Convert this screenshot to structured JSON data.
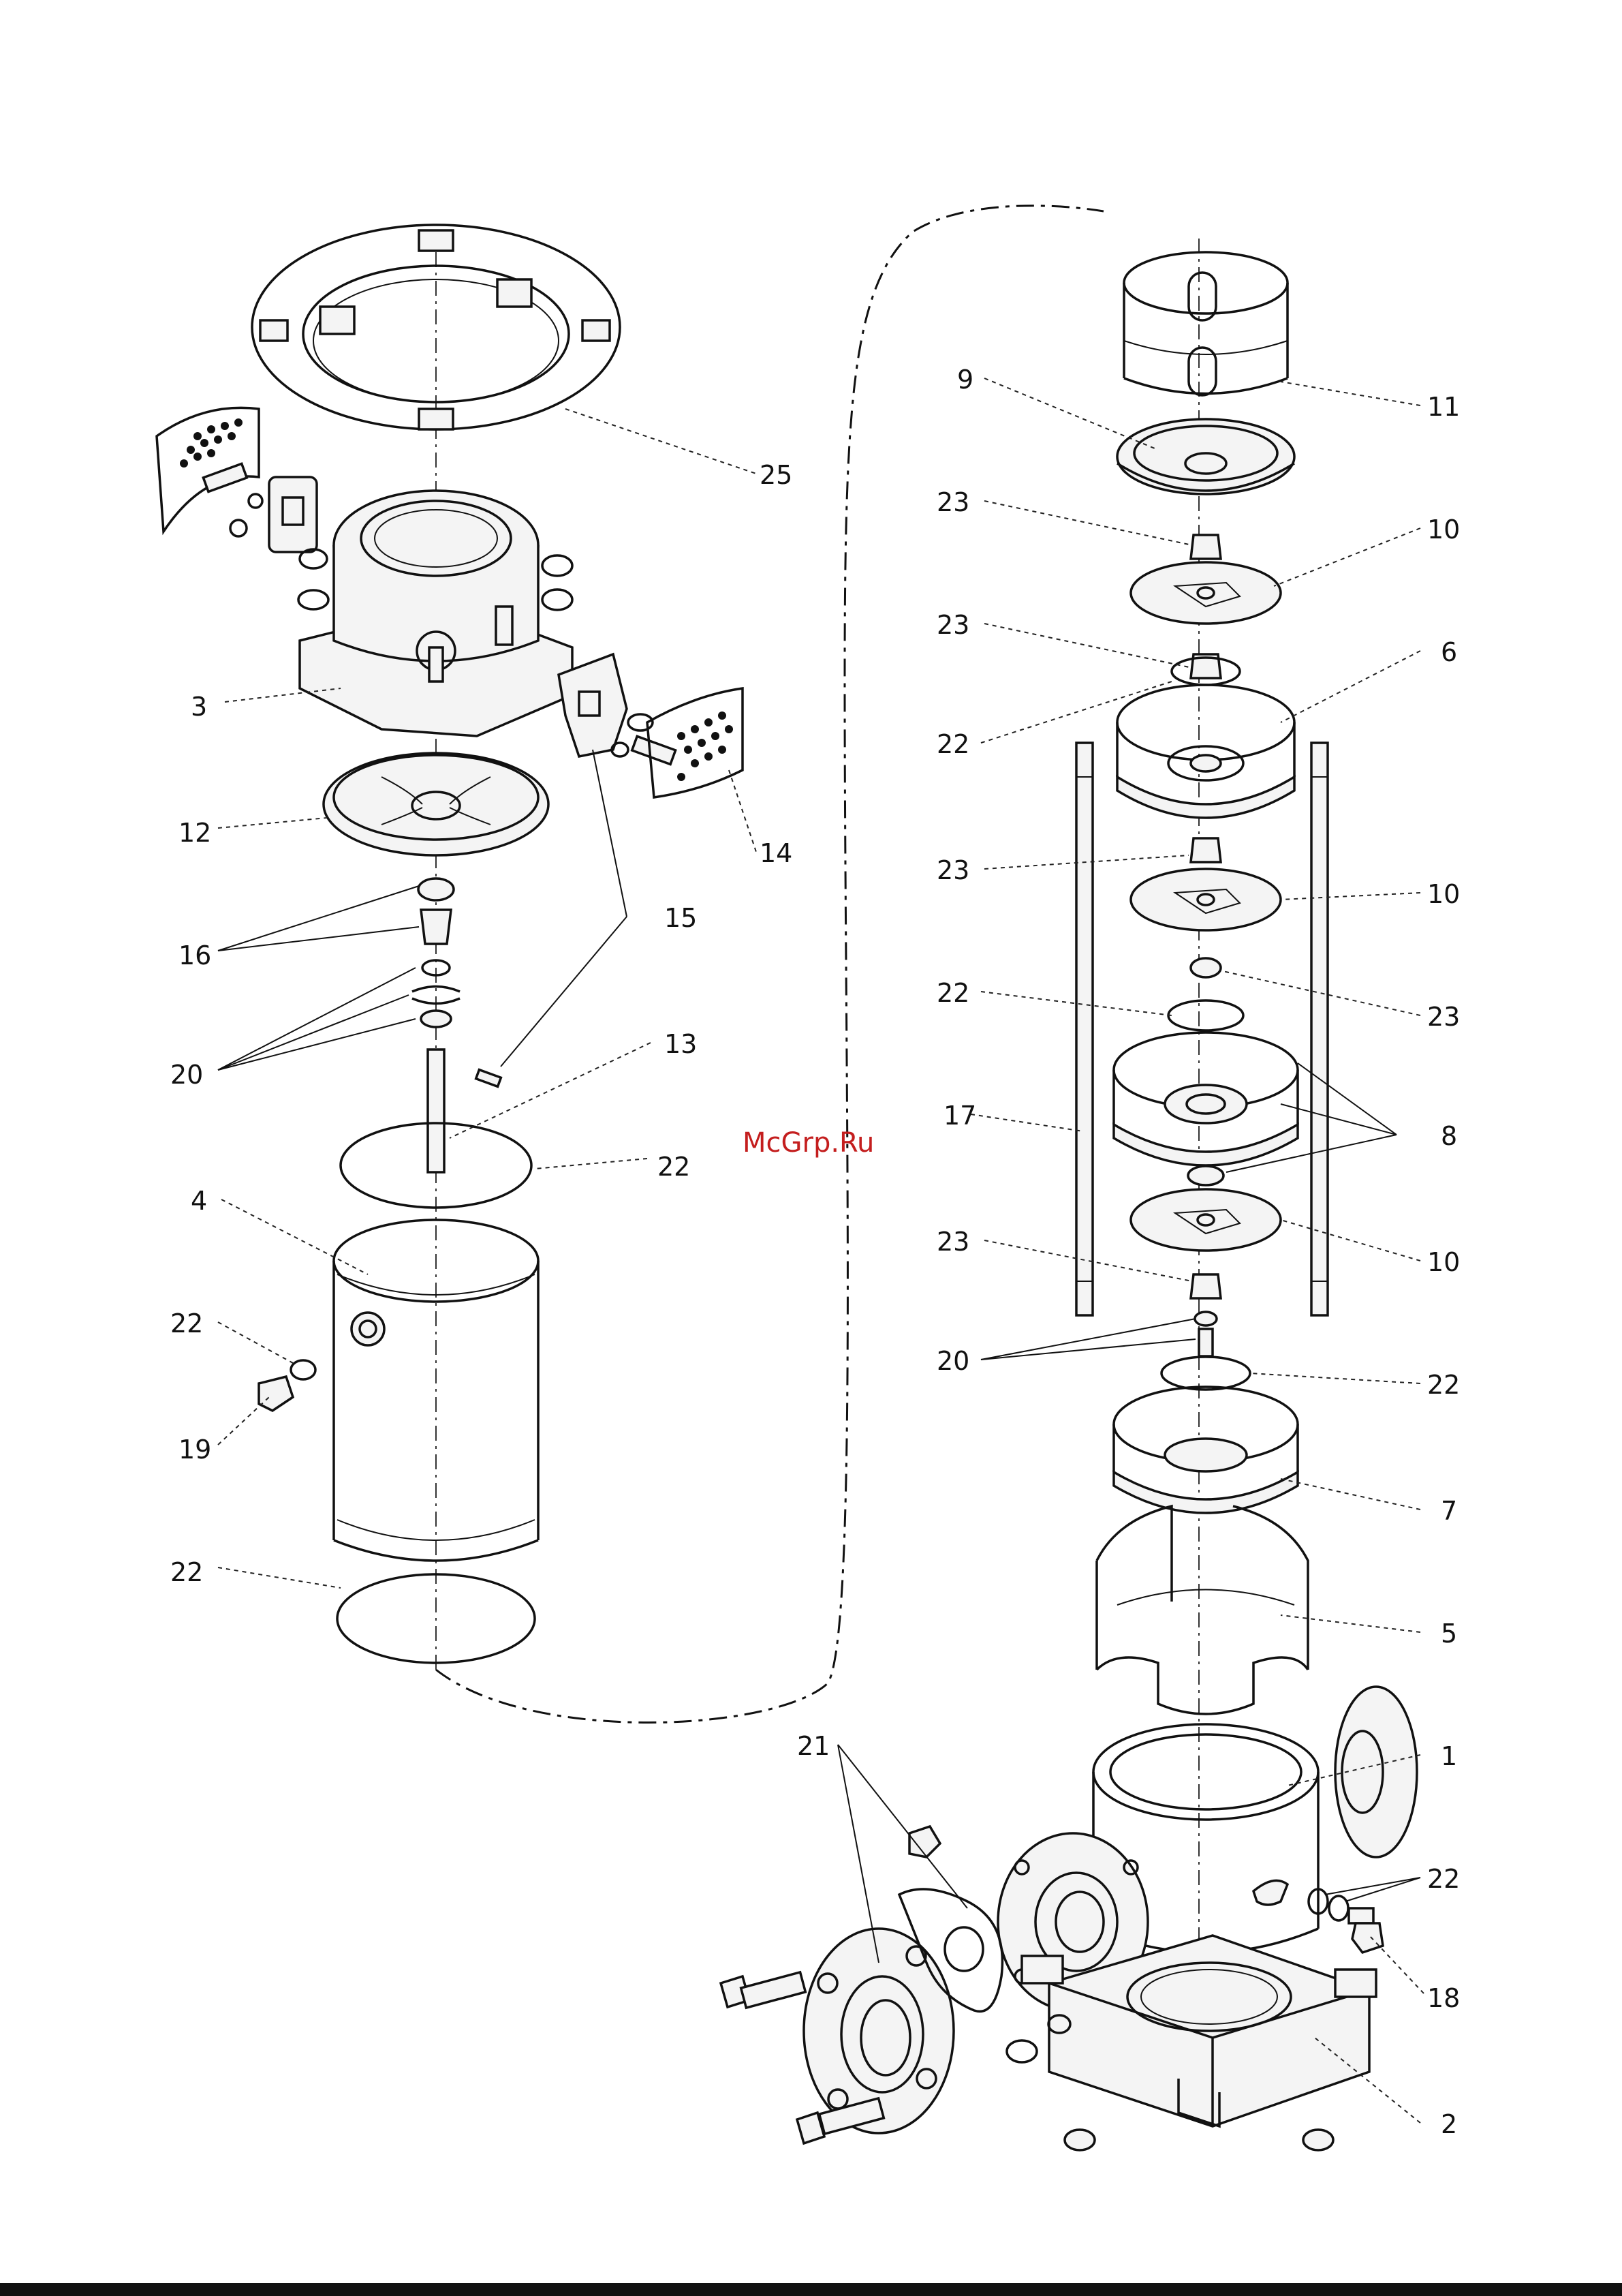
{
  "watermark": "McGrp.Ru",
  "labels": {
    "l25": "25",
    "l3": "3",
    "l12": "12",
    "l14": "14",
    "l16": "16",
    "l15": "15",
    "l20a": "20",
    "l13": "13",
    "l22a": "22",
    "l4": "4",
    "l22b": "22",
    "l19": "19",
    "l22c": "22",
    "l9": "9",
    "l11": "11",
    "l23a": "23",
    "l10a": "10",
    "l23b": "23",
    "l6": "6",
    "l22d": "22",
    "l23c": "23",
    "l10b": "10",
    "l22e": "22",
    "l23d": "23",
    "l17": "17",
    "l8": "8",
    "l23e": "23",
    "l10c": "10",
    "l20b": "20",
    "l22f": "22",
    "l7": "7",
    "l5": "5",
    "l21": "21",
    "l1": "1",
    "l22g": "22",
    "l18": "18",
    "l2": "2"
  }
}
